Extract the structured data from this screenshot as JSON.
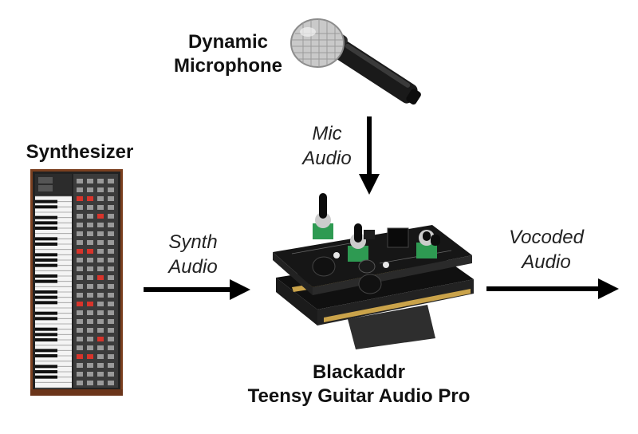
{
  "nodes": {
    "microphone": {
      "line1": "Dynamic",
      "line2": "Microphone"
    },
    "synthesizer": {
      "label": "Synthesizer"
    },
    "board": {
      "line1": "Blackaddr",
      "line2": "Teensy Guitar Audio Pro"
    }
  },
  "edges": {
    "mic_audio": {
      "line1": "Mic",
      "line2": "Audio"
    },
    "synth_audio": {
      "line1": "Synth",
      "line2": "Audio"
    },
    "vocoded_audio": {
      "line1": "Vocoded",
      "line2": "Audio"
    }
  },
  "icons": [
    "microphone-icon",
    "synthesizer-icon",
    "audio-board-icon"
  ],
  "colors": {
    "arrow": "#000000",
    "board_pcb": "#151515",
    "pot_green": "#2e9a52",
    "knob_red": "#d8342b",
    "wood": "#7a3f1f"
  }
}
